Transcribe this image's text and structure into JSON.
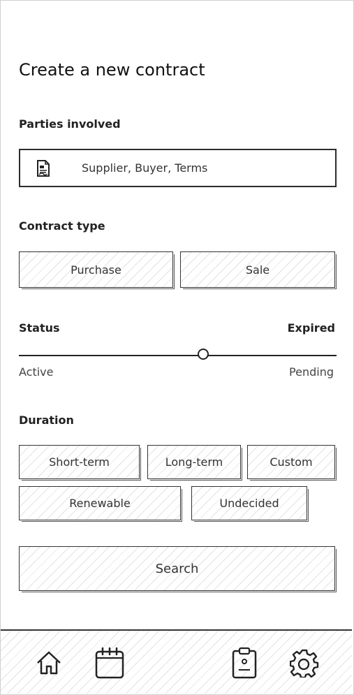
{
  "page": {
    "title": "Create a new contract"
  },
  "parties": {
    "label": "Parties involved",
    "placeholder": "Supplier, Buyer, Terms",
    "icon": "contract-document-icon"
  },
  "contract_type": {
    "label": "Contract type",
    "options": [
      "Purchase",
      "Sale"
    ]
  },
  "status": {
    "label": "Status",
    "right_label": "Expired",
    "min_label": "Active",
    "max_label": "Pending",
    "value_fraction": 0.58
  },
  "duration": {
    "label": "Duration",
    "options": [
      "Short-term",
      "Long-term",
      "Custom",
      "Renewable",
      "Undecided"
    ]
  },
  "search": {
    "label": "Search"
  },
  "bottom_nav": {
    "items": [
      {
        "icon": "home-icon"
      },
      {
        "icon": "calendar-icon"
      },
      {
        "icon": "clipboard-icon"
      },
      {
        "icon": "gear-icon"
      }
    ]
  }
}
